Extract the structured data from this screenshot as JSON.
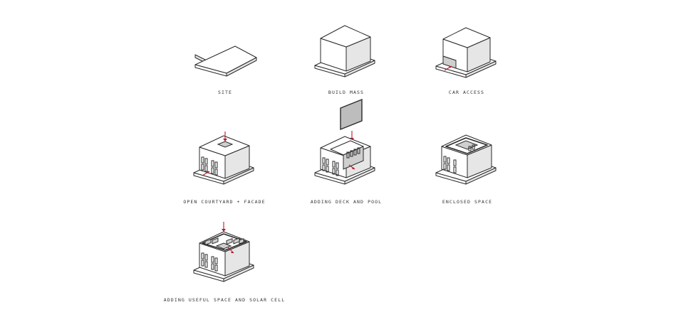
{
  "steps": [
    {
      "id": "site",
      "label": "SITE"
    },
    {
      "id": "build-mass",
      "label": "BUILD MASS"
    },
    {
      "id": "car-access",
      "label": "CAR ACCESS"
    },
    {
      "id": "open-courtyard",
      "label": "OPEN COURTYARD + FACADE"
    },
    {
      "id": "deck-pool",
      "label": "ADDING DECK AND POOL"
    },
    {
      "id": "enclosed-space",
      "label": "ENCLOSED SPACE"
    },
    {
      "id": "useful-space",
      "label": "ADDING USEFUL SPACE AND SOLAR CELL"
    }
  ],
  "colors": {
    "line": "#2a2a2a",
    "accent": "#b31b2b",
    "shade": "#e6e6e6"
  }
}
